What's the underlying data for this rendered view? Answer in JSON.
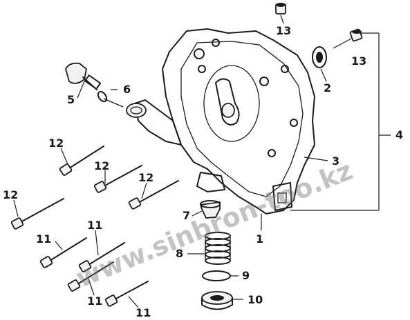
{
  "callouts": {
    "c1": "1",
    "c2": "2",
    "c3": "3",
    "c4": "4",
    "c5": "5",
    "c6": "6",
    "c7": "7",
    "c8": "8",
    "c9": "9",
    "c10": "10",
    "c11a": "11",
    "c11b": "11",
    "c11c": "11",
    "c11d": "11",
    "c12a": "12",
    "c12b": "12",
    "c12c": "12",
    "c12d": "12",
    "c13a": "13",
    "c13b": "13"
  },
  "watermark": {
    "text": "www.sinbron-too.kz"
  },
  "colors": {
    "ink": "#1a1a1a",
    "watermark": "#7a7a7a",
    "background": "#ffffff"
  }
}
